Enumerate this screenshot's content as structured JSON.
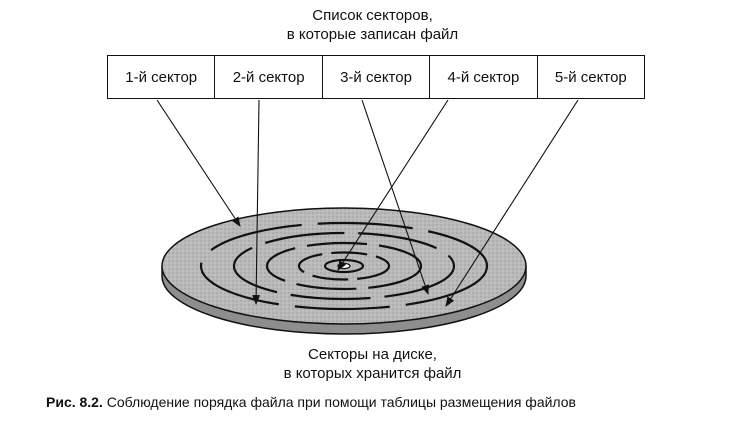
{
  "top_caption": {
    "line1": "Список секторов,",
    "line2": "в которые записан файл"
  },
  "sectors": [
    {
      "label": "1-й сектор"
    },
    {
      "label": "2-й сектор"
    },
    {
      "label": "3-й сектор"
    },
    {
      "label": "4-й сектор"
    },
    {
      "label": "5-й сектор"
    }
  ],
  "bottom_caption": {
    "line1": "Секторы на диске,",
    "line2": "в которых хранится файл"
  },
  "figure": {
    "number": "Рис. 8.2.",
    "text": " Соблюдение порядка файла при помощи таблицы размещения файлов"
  },
  "colors": {
    "disk_fill": "#b9b9b9",
    "ink": "#111111"
  }
}
